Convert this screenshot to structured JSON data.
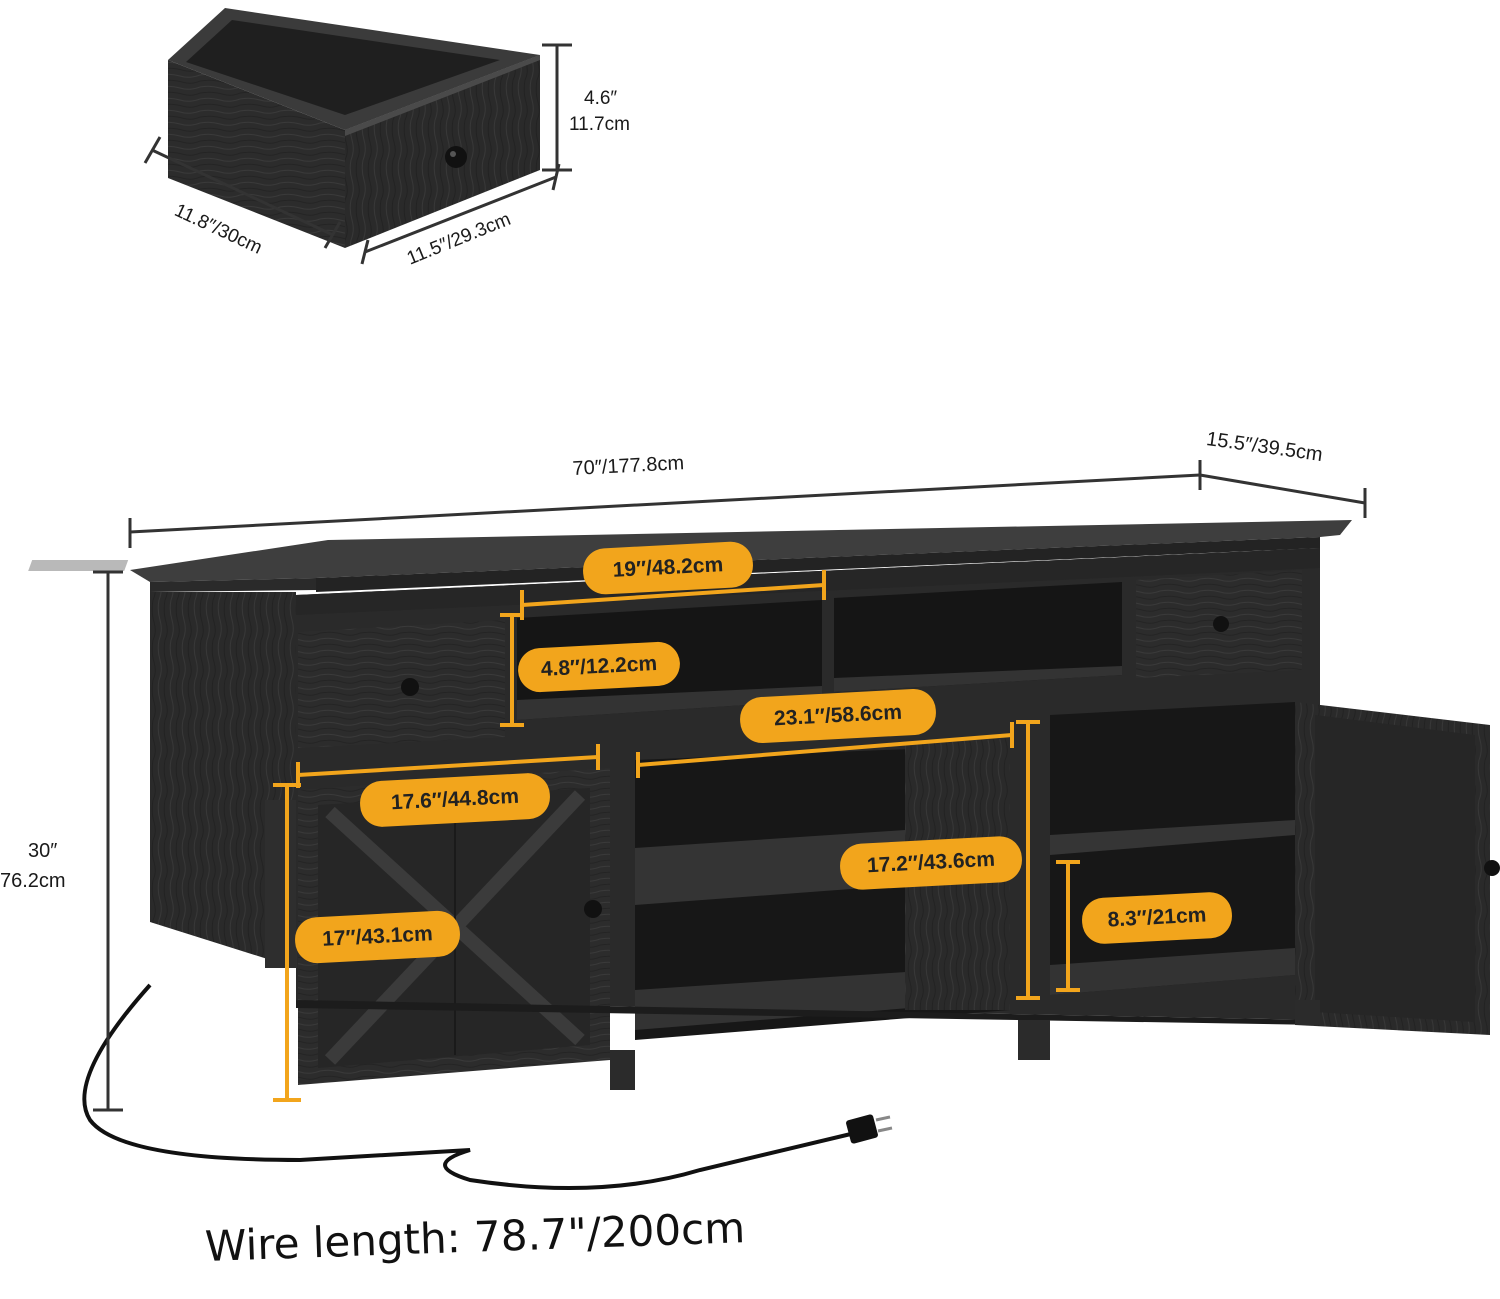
{
  "drawer": {
    "height_label_in": "4.6″",
    "height_label_cm": "11.7cm",
    "depth_label": "11.8″/30cm",
    "width_label": "11.5″/29.3cm"
  },
  "cabinet": {
    "total_width": "70″/177.8cm",
    "total_depth": "15.5″/39.5cm",
    "total_height_in": "30″",
    "total_height_cm": "76.2cm"
  },
  "callouts": {
    "top_shelf_width": "19″/48.2cm",
    "top_shelf_height": "4.8″/12.2cm",
    "open_shelf_width": "23.1″/58.6cm",
    "left_cabinet_width": "17.6″/44.8cm",
    "left_cabinet_height": "17″/43.1cm",
    "open_shelf_height": "17.2″/43.6cm",
    "right_shelf_height": "8.3″/21cm"
  },
  "wire": {
    "label": "Wire length: 78.7\"/200cm"
  },
  "colors": {
    "accent": "#f2a51c",
    "wood": "#2b2b2b",
    "wood_dark": "#1a1a1a",
    "wood_light": "#3a3a3a",
    "dim_line": "#333333"
  }
}
